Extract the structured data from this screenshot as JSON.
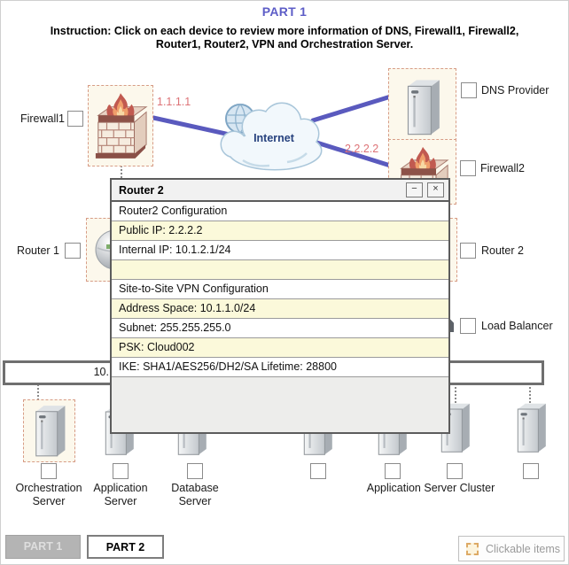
{
  "header": {
    "title": "PART 1",
    "instruction": "Instruction: Click on each device to review more information of DNS, Firewall1, Firewall2,\nRouter1, Router2, VPN and Orchestration Server."
  },
  "diagram": {
    "internet_label": "Internet",
    "bus_label": "10.",
    "wan_ip_1": "1.1.1.1",
    "wan_ip_2": "2.2.2.2",
    "labels": {
      "firewall1": "Firewall1",
      "dns_provider": "DNS Provider",
      "firewall2": "Firewall2",
      "router1": "Router 1",
      "router2": "Router 2",
      "load_balancer": "Load Balancer",
      "orchestration_server": "Orchestration Server",
      "application_server": "Application Server",
      "database_server": "Database Server",
      "app_server_cluster": "Application Server Cluster"
    }
  },
  "dialog": {
    "title": "Router 2",
    "minimize_glyph": "−",
    "close_glyph": "×",
    "rows": [
      "Router2 Configuration",
      "Public IP: 2.2.2.2",
      "Internal IP: 10.1.2.1/24",
      "",
      "Site-to-Site VPN Configuration",
      "Address Space: 10.1.1.0/24",
      "Subnet: 255.255.255.0",
      "PSK: Cloud002",
      "IKE: SHA1/AES256/DH2/SA Lifetime: 28800"
    ]
  },
  "footer": {
    "part1_label": "PART 1",
    "part2_label": "PART 2",
    "legend_label": "Clickable items"
  }
}
